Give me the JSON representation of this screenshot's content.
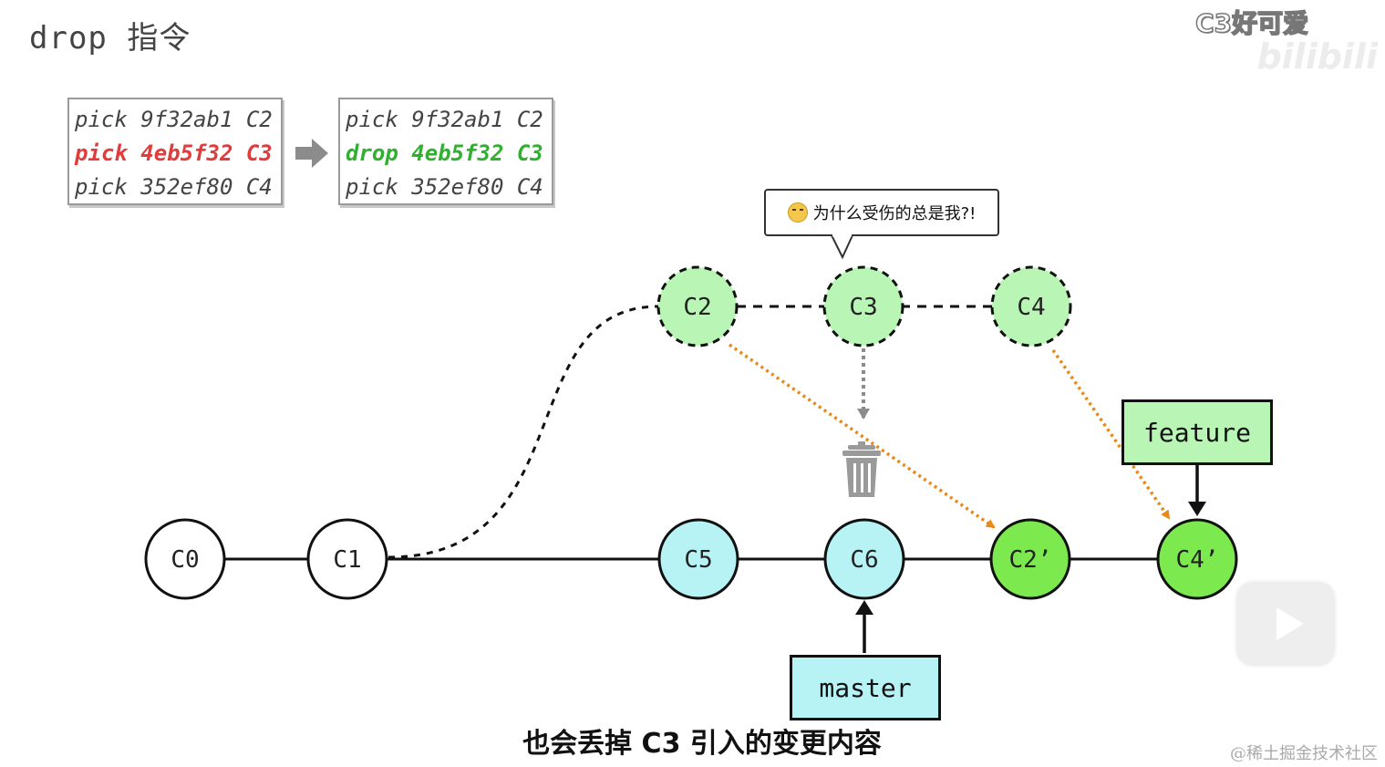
{
  "title": "drop 指令",
  "todo_before": [
    "pick 9f32ab1 C2",
    "pick 4eb5f32 C3",
    "pick 352ef80 C4"
  ],
  "todo_after": [
    "pick 9f32ab1 C2",
    "drop 4eb5f32 C3",
    "pick 352ef80 C4"
  ],
  "speech_bubble": "为什么受伤的总是我?!",
  "commits": {
    "c0": "C0",
    "c1": "C1",
    "c5": "C5",
    "c6": "C6",
    "c2p": "C2’",
    "c4p": "C4’",
    "c2": "C2",
    "c3": "C3",
    "c4": "C4"
  },
  "branches": {
    "feature": "feature",
    "master": "master"
  },
  "caption": "也会丢掉 C3 引入的变更内容",
  "watermarks": {
    "top": "C3好可爱",
    "bili": "bilibili",
    "bottom": "@稀土掘金技术社区"
  },
  "colors": {
    "new_commit_fill": "#7ce94f",
    "moved_commit_fill": "#b9f5b5",
    "master_commit_fill": "#b7f2f5",
    "highlight_red": "#e23b3b",
    "highlight_green": "#2fb12f",
    "arrow_orange": "#e88a1a"
  },
  "icons": [
    "arrow-right-icon",
    "trash-icon",
    "crying-emoji-icon",
    "play-icon"
  ]
}
